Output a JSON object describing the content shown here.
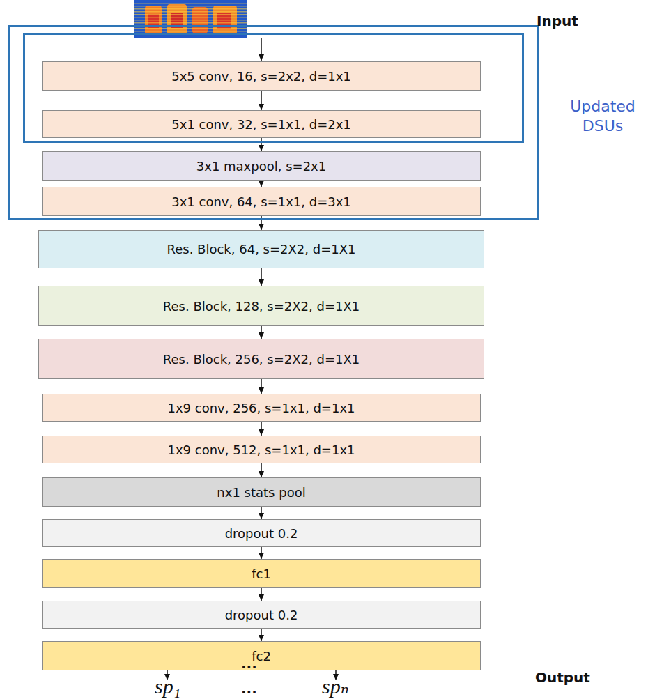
{
  "diagram": {
    "nodes": [
      {
        "text": [
          "Updated DSUs"
        ]
      },
      {
        "text": [],
        "in": 0
      },
      {
        "text": [
          "5x5 conv, 16, s=2x2, d=1x1"
        ],
        "in": 1
      },
      {
        "text": [
          "5x1 conv, 32, s=1x1, d=2x1"
        ],
        "in": 1
      },
      {
        "text": [
          "3x1 maxpool, s=2x1"
        ],
        "in": 0
      },
      {
        "text": [
          "3x1 conv, 64, s=1x1, d=3x1"
        ],
        "in": 0
      },
      {
        "text": [
          "Res. Block, 64, s=2X2, d=1X1"
        ]
      },
      {
        "text": [
          "Res. Block, 128, s=2X2, d=1X1"
        ]
      },
      {
        "text": [
          "Res. Block, 256, s=2X2, d=1X1"
        ]
      },
      {
        "text": [
          "1x9 conv, 256, s=1x1, d=1x1"
        ]
      },
      {
        "text": [
          "1x9 conv, 512, s=1x1, d=1x1"
        ]
      },
      {
        "text": [
          "nx1 stats pool"
        ]
      },
      {
        "text": [
          "dropout 0.2"
        ]
      },
      {
        "text": [
          "fc1"
        ]
      },
      {
        "text": [
          "dropout 0.2"
        ]
      },
      {
        "text": [
          "fc2"
        ]
      }
    ],
    "edges": [
      {
        "from": 2,
        "to": 3,
        "arrow": "to"
      },
      {
        "from": 3,
        "to": 4,
        "arrow": "to"
      },
      {
        "from": 4,
        "to": 5,
        "arrow": "to"
      },
      {
        "from": 5,
        "to": 6,
        "arrow": "to"
      },
      {
        "from": 6,
        "to": 7,
        "arrow": "to"
      },
      {
        "from": 7,
        "to": 8,
        "arrow": "to"
      },
      {
        "from": 8,
        "to": 9,
        "arrow": "to"
      },
      {
        "from": 9,
        "to": 10,
        "arrow": "to"
      },
      {
        "from": 10,
        "to": 11,
        "arrow": "to"
      },
      {
        "from": 11,
        "to": 12,
        "arrow": "to"
      },
      {
        "from": 12,
        "to": 13,
        "arrow": "to"
      },
      {
        "from": 13,
        "to": 14,
        "arrow": "to"
      },
      {
        "from": 14,
        "to": 15,
        "arrow": "to"
      }
    ],
    "labels": [
      "Input",
      "...",
      "sp₁",
      "...",
      "spₙ",
      "Output"
    ]
  }
}
